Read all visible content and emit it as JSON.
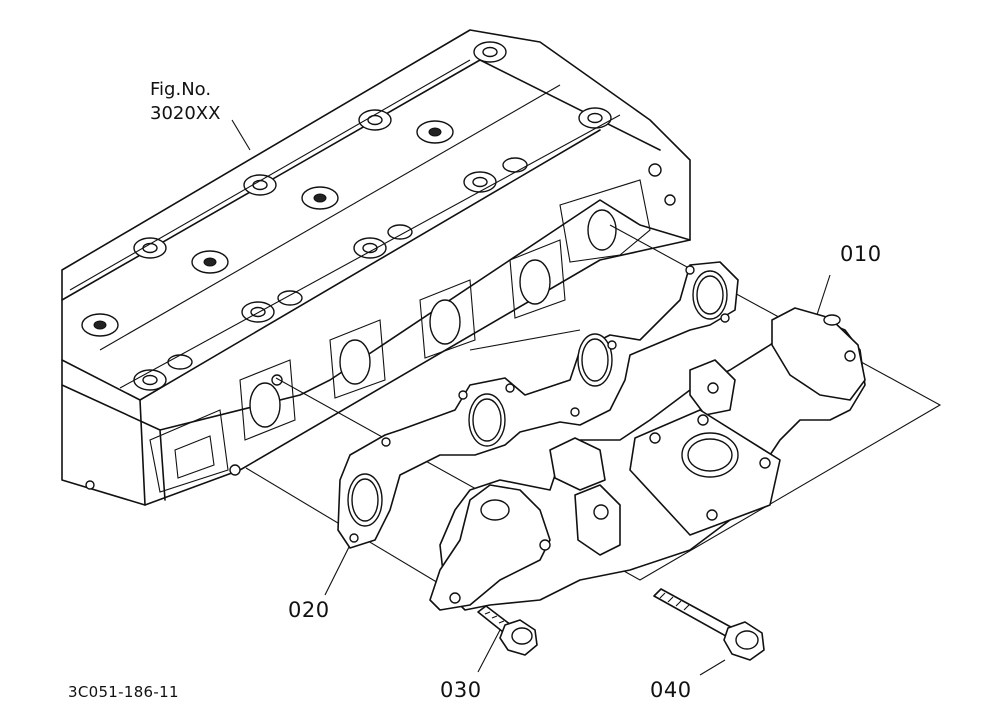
{
  "figure": {
    "fig_label_line1": "Fig.No.",
    "fig_label_line2": "3020XX",
    "drawing_code": "3C051-186-11"
  },
  "callouts": [
    {
      "id": "010",
      "part": "exhaust-manifold"
    },
    {
      "id": "020",
      "part": "manifold-gasket"
    },
    {
      "id": "030",
      "part": "flange-bolt-short"
    },
    {
      "id": "040",
      "part": "flange-bolt-long"
    }
  ]
}
